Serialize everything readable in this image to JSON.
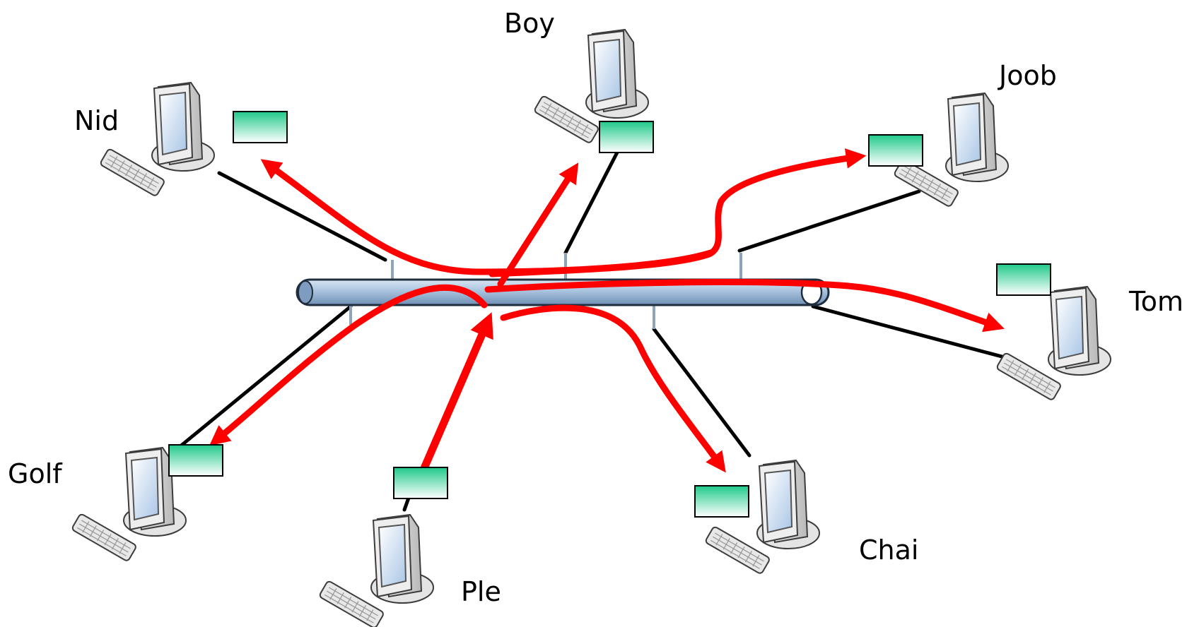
{
  "colors": {
    "background": "#ffffff",
    "cable": "#000000",
    "signal_arrow": "#ff0000",
    "packet_top": "#1fc98a",
    "packet_bottom": "#ffffff",
    "bus_fill": "#a9c3de",
    "bus_stroke": "#1f2d3d"
  },
  "icons": {
    "computer": "desktop-computer-icon",
    "packet": "data-packet-icon"
  },
  "nodes": [
    {
      "id": "nid",
      "label": "Nid"
    },
    {
      "id": "boy",
      "label": "Boy"
    },
    {
      "id": "joob",
      "label": "Joob"
    },
    {
      "id": "tom",
      "label": "Tom"
    },
    {
      "id": "golf",
      "label": "Golf"
    },
    {
      "id": "ple",
      "label": "Ple"
    },
    {
      "id": "chai",
      "label": "Chai"
    }
  ]
}
